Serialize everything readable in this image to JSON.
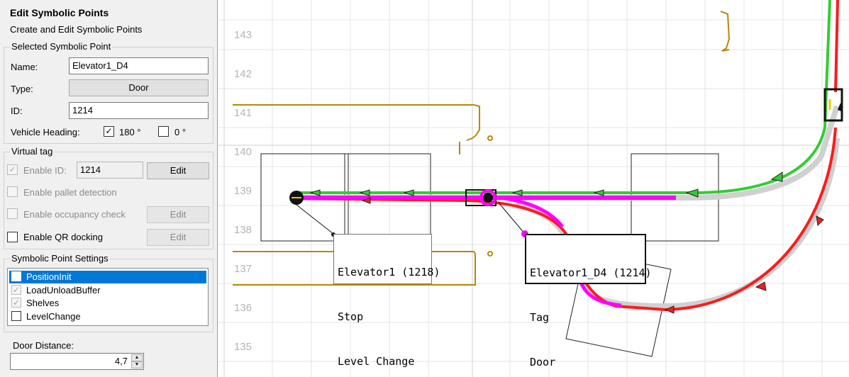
{
  "panel": {
    "title": "Edit Symbolic Points",
    "subtitle": "Create and Edit Symbolic Points",
    "selected_group": {
      "title": "Selected Symbolic Point",
      "name_label": "Name:",
      "name_value": "Elevator1_D4",
      "type_label": "Type:",
      "type_value": "Door",
      "id_label": "ID:",
      "id_value": "1214",
      "heading_label": "Vehicle Heading:",
      "heading_options": [
        {
          "label": "180 °",
          "checked": true
        },
        {
          "label": "0 °",
          "checked": false
        }
      ]
    },
    "virtual_tag": {
      "title": "Virtual tag",
      "enable_id_label": "Enable ID:",
      "enable_id_value": "1214",
      "enable_id_edit": "Edit",
      "pallet_label": "Enable pallet detection",
      "occupancy_label": "Enable occupancy check",
      "occupancy_edit": "Edit",
      "qr_label": "Enable QR docking",
      "qr_edit": "Edit"
    },
    "settings": {
      "title": "Symbolic Point Settings",
      "items": [
        {
          "label": "PositionInit",
          "checked": false,
          "selected": true,
          "disabled": false
        },
        {
          "label": "LoadUnloadBuffer",
          "checked": true,
          "selected": false,
          "disabled": true
        },
        {
          "label": "Shelves",
          "checked": true,
          "selected": false,
          "disabled": true
        },
        {
          "label": "LevelChange",
          "checked": false,
          "selected": false,
          "disabled": false
        }
      ]
    },
    "door_distance": {
      "label": "Door Distance:",
      "value": "4,7"
    }
  },
  "map": {
    "y_labels": [
      "143",
      "142",
      "141",
      "140",
      "139",
      "138",
      "137",
      "136",
      "135"
    ],
    "callouts": [
      {
        "lines": [
          "Elevator1 (1218)",
          "Stop",
          "Level Change"
        ]
      },
      {
        "lines": [
          "Elevator1_D4 (1214)",
          "Tag",
          "Door"
        ]
      }
    ],
    "colors": {
      "forward_path": "#33cc33",
      "reverse_path": "#ff1a1a",
      "selected_path": "#ff00ff",
      "wall": "#b8860b",
      "grid": "#e6e6e6"
    }
  }
}
